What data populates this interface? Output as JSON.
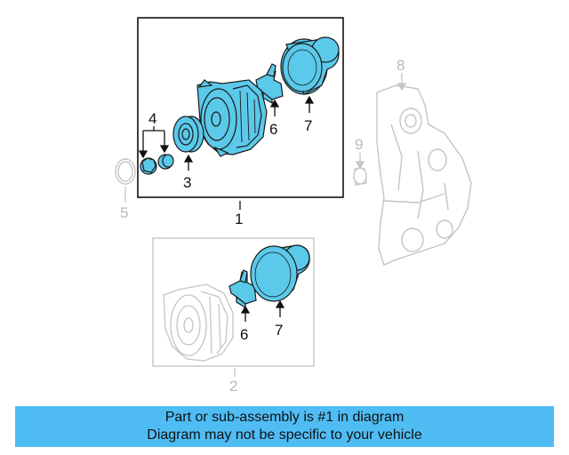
{
  "callouts": {
    "c1": "1",
    "c2": "2",
    "c3": "3",
    "c4": "4",
    "c5": "5",
    "c6a": "6",
    "c6b": "6",
    "c7a": "7",
    "c7b": "7",
    "c8": "8",
    "c9": "9"
  },
  "banner": {
    "line1": "Part or sub-assembly is #1 in diagram",
    "line2": "Diagram may not be specific to your vehicle"
  },
  "colors": {
    "highlight": "#5bc9ea",
    "banner": "#4fbdf4",
    "dim": "#c4c4c4"
  }
}
